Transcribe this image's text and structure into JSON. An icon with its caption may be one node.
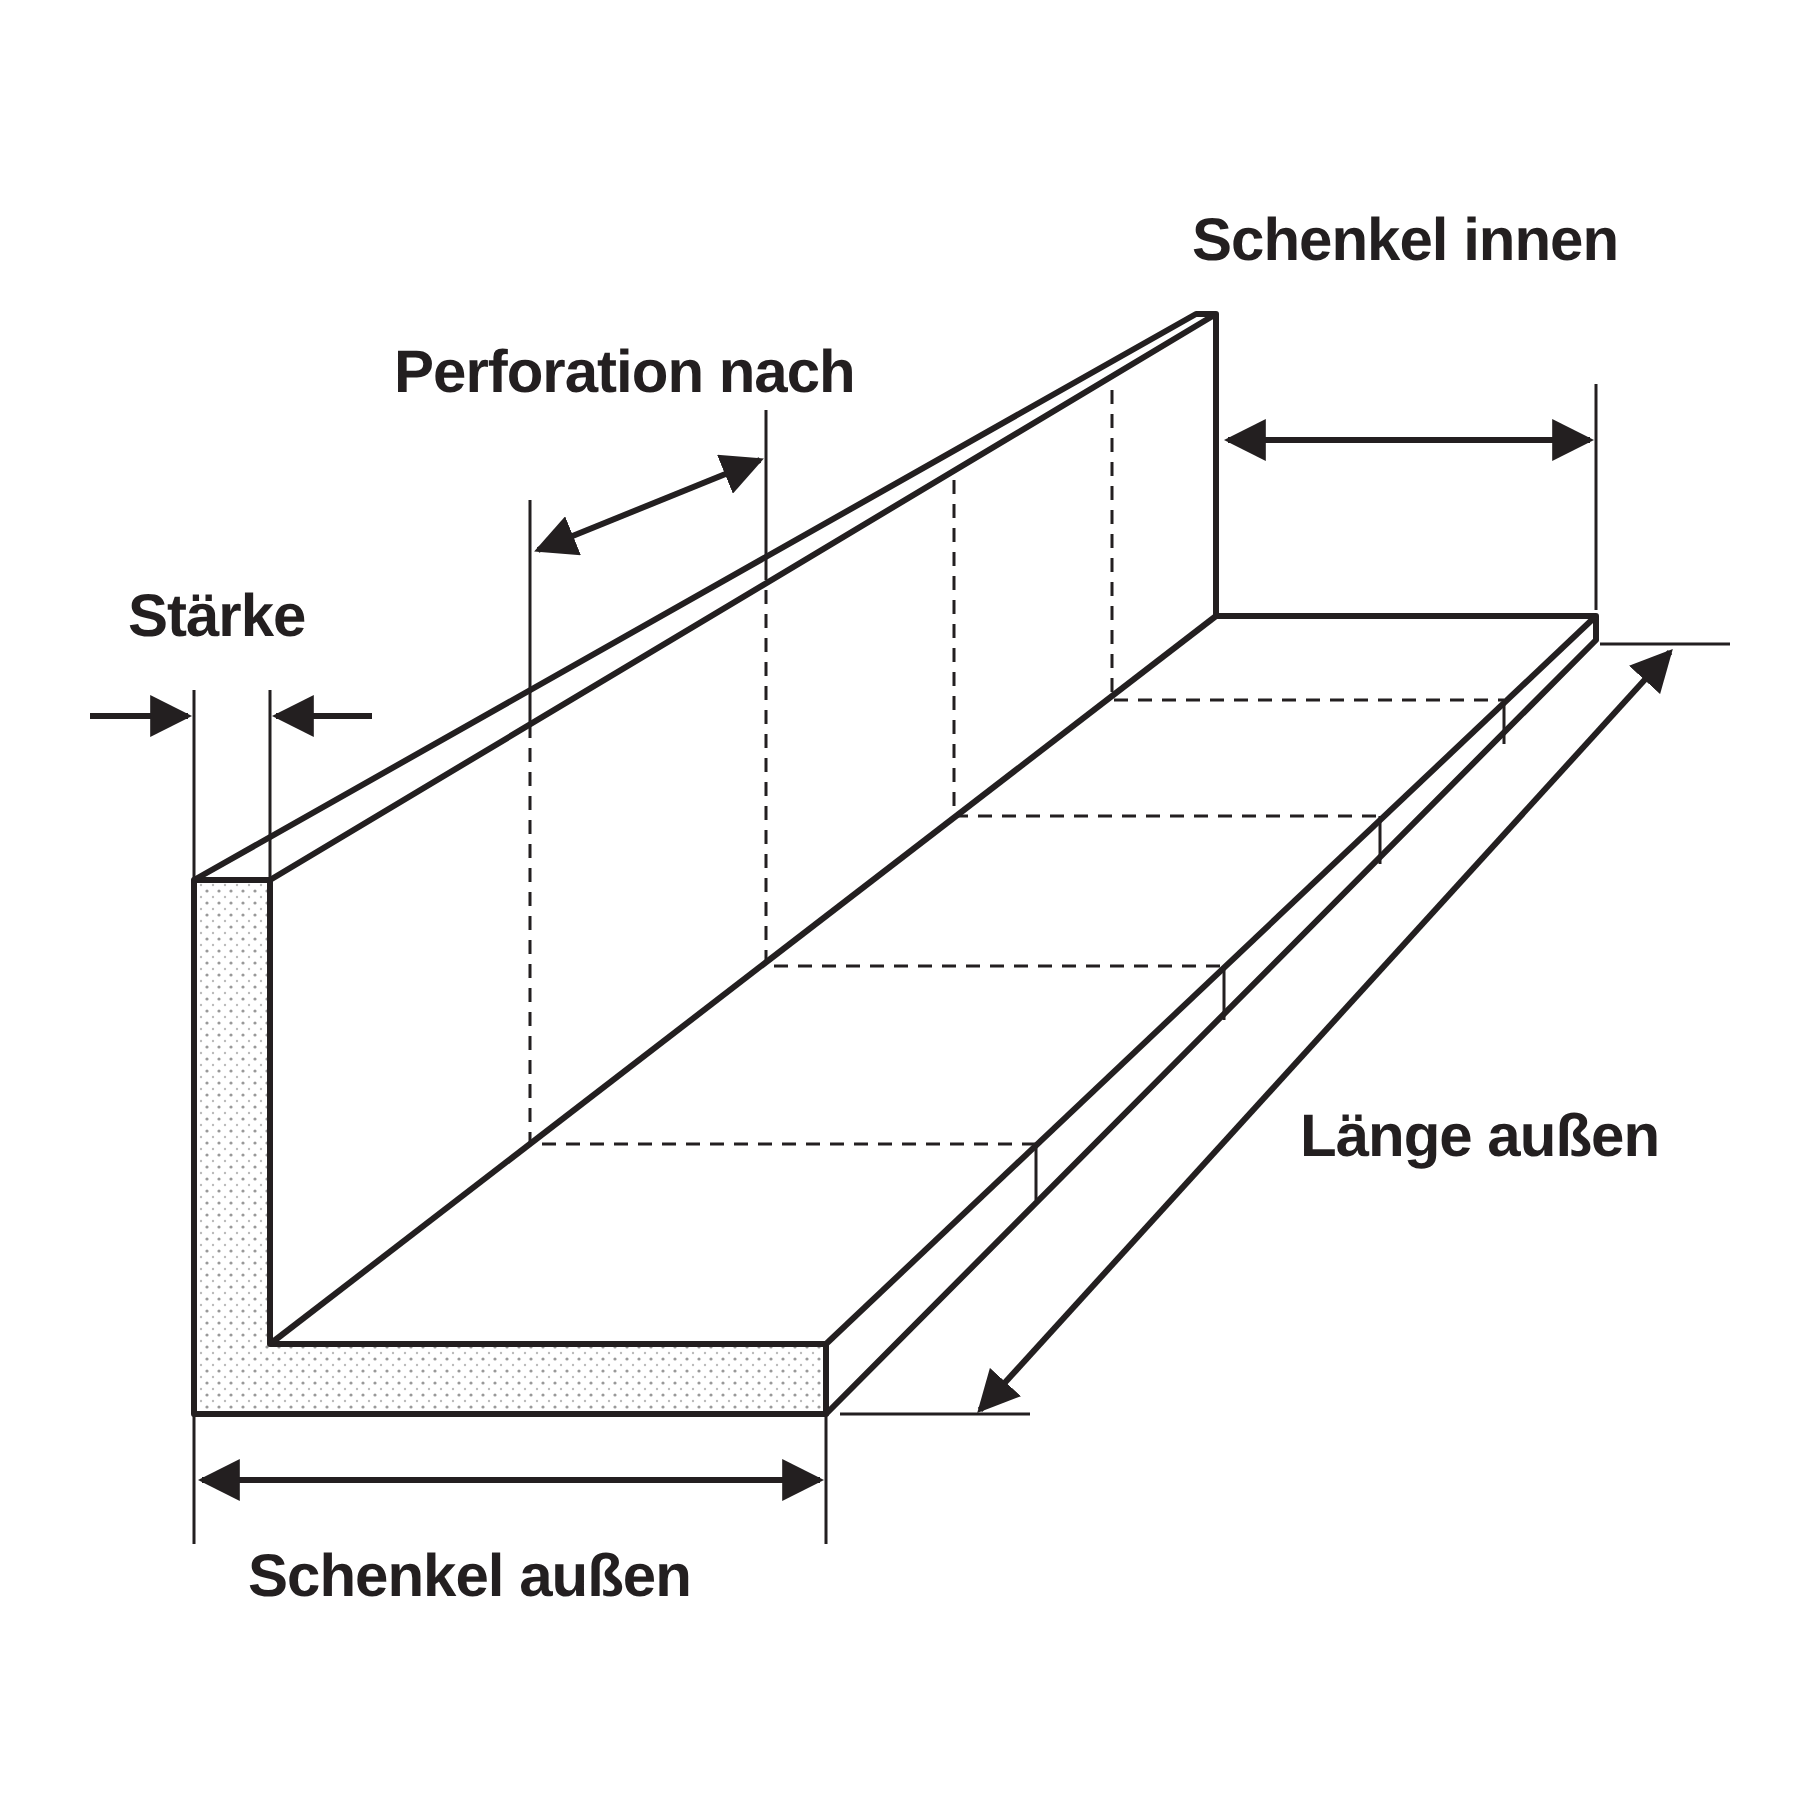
{
  "diagram": {
    "labels": [
      "Schenkel innen",
      "Perforation nach",
      "Stärke",
      "Länge außen",
      "Schenkel außen"
    ]
  }
}
